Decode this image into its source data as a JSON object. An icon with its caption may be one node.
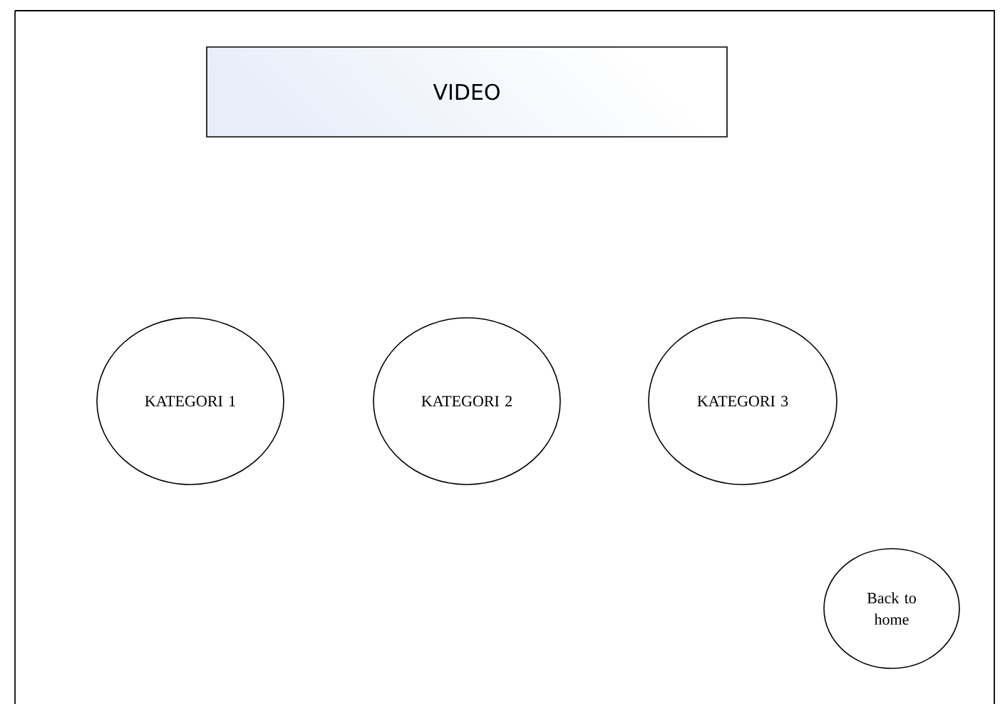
{
  "diagram": {
    "nodes": [
      {
        "text": [
          "VIDEO"
        ]
      },
      {
        "text": [
          "KATEGORI 1"
        ]
      },
      {
        "text": [
          "KATEGORI 2"
        ]
      },
      {
        "text": [
          "KATEGORI 3"
        ]
      },
      {
        "text": [
          "Back to home"
        ]
      }
    ],
    "edges": []
  }
}
